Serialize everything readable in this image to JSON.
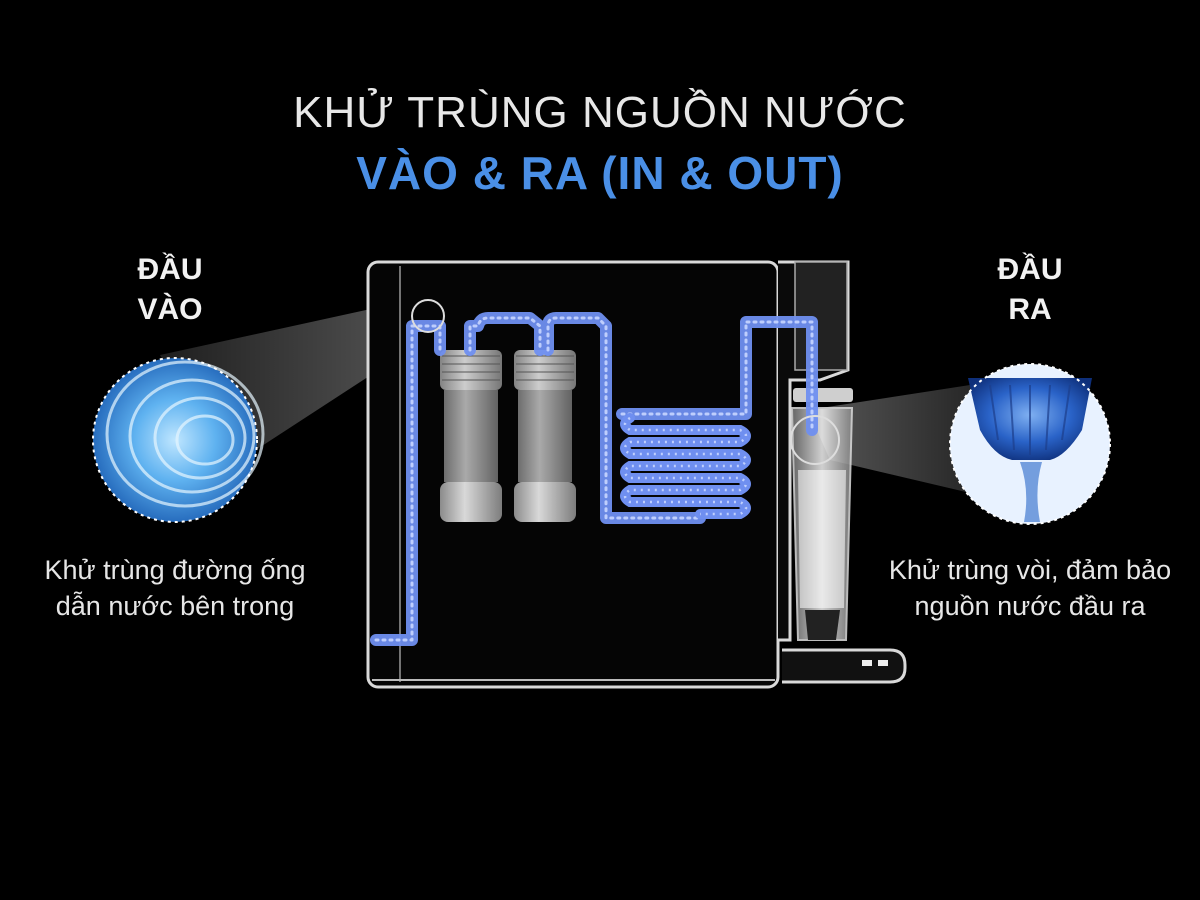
{
  "title": {
    "line1": "KHỬ TRÙNG NGUỒN NƯỚC",
    "line2": "VÀO & RA (IN & OUT)"
  },
  "inlet": {
    "label_lines": [
      "ĐẦU",
      "VÀO"
    ],
    "caption_lines": [
      "Khử trùng đường ống",
      "dẫn nước bên trong"
    ]
  },
  "outlet": {
    "label_lines": [
      "ĐẦU",
      "RA"
    ],
    "caption_lines": [
      "Khử trùng vòi, đảm bảo",
      "nguồn nước đầu ra"
    ]
  },
  "colors": {
    "background": "#000000",
    "accent_blue": "#4a8fe6",
    "pipe_blue": "#6f8ff0",
    "machine_outline": "#d9d9d9"
  },
  "icons": [
    "inlet-zoom-circle",
    "outlet-zoom-circle",
    "filter-cartridge",
    "cooling-coil",
    "water-glass",
    "dispenser-faucet"
  ]
}
